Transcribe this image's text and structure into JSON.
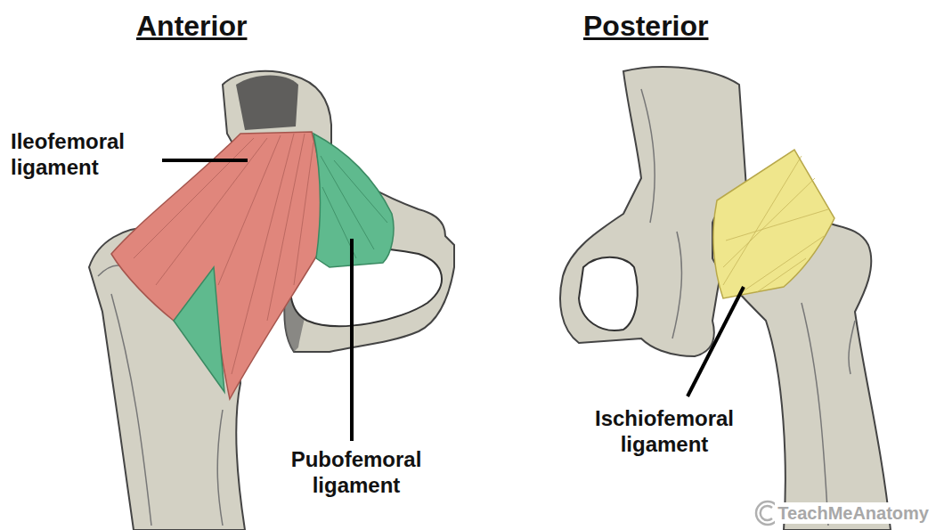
{
  "diagram": {
    "labels": [
      "Anterior",
      "Posterior",
      "Ileofemoral ligament",
      "Pubofemoral ligament",
      "Ischiofemoral ligament",
      "TeachMeAnatomy"
    ]
  }
}
